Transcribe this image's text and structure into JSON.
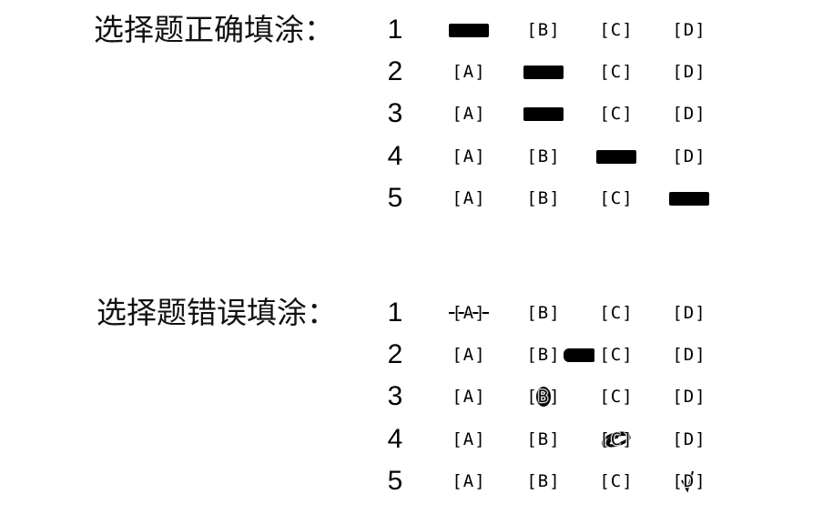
{
  "sections": [
    {
      "label": "选择题正确填涂：",
      "rows": [
        {
          "number": "1",
          "options": [
            {
              "text": "[A]",
              "mark": "filled"
            },
            {
              "text": "[B]",
              "mark": "none"
            },
            {
              "text": "[C]",
              "mark": "none"
            },
            {
              "text": "[D]",
              "mark": "none"
            }
          ]
        },
        {
          "number": "2",
          "options": [
            {
              "text": "[A]",
              "mark": "none"
            },
            {
              "text": "[B]",
              "mark": "filled"
            },
            {
              "text": "[C]",
              "mark": "none"
            },
            {
              "text": "[D]",
              "mark": "none"
            }
          ]
        },
        {
          "number": "3",
          "options": [
            {
              "text": "[A]",
              "mark": "none"
            },
            {
              "text": "[B]",
              "mark": "filled"
            },
            {
              "text": "[C]",
              "mark": "none"
            },
            {
              "text": "[D]",
              "mark": "none"
            }
          ]
        },
        {
          "number": "4",
          "options": [
            {
              "text": "[A]",
              "mark": "none"
            },
            {
              "text": "[B]",
              "mark": "none"
            },
            {
              "text": "[C]",
              "mark": "filled"
            },
            {
              "text": "[D]",
              "mark": "none"
            }
          ]
        },
        {
          "number": "5",
          "options": [
            {
              "text": "[A]",
              "mark": "none"
            },
            {
              "text": "[B]",
              "mark": "none"
            },
            {
              "text": "[C]",
              "mark": "none"
            },
            {
              "text": "[D]",
              "mark": "filled"
            }
          ]
        }
      ]
    },
    {
      "label": "选择题错误填涂：",
      "rows": [
        {
          "number": "1",
          "options": [
            {
              "text": "[A]",
              "mark": "strikethrough"
            },
            {
              "text": "[B]",
              "mark": "none"
            },
            {
              "text": "[C]",
              "mark": "none"
            },
            {
              "text": "[D]",
              "mark": "none"
            }
          ]
        },
        {
          "number": "2",
          "options": [
            {
              "text": "[A]",
              "mark": "none"
            },
            {
              "text": "[B]",
              "mark": "overflow"
            },
            {
              "text": "[C]",
              "mark": "none"
            },
            {
              "text": "[D]",
              "mark": "none"
            }
          ]
        },
        {
          "number": "3",
          "options": [
            {
              "text": "[A]",
              "mark": "none"
            },
            {
              "text": "[B]",
              "mark": "dot"
            },
            {
              "text": "[C]",
              "mark": "none"
            },
            {
              "text": "[D]",
              "mark": "none"
            }
          ]
        },
        {
          "number": "4",
          "options": [
            {
              "text": "[A]",
              "mark": "none"
            },
            {
              "text": "[B]",
              "mark": "none"
            },
            {
              "text": "[C]",
              "mark": "scribble"
            },
            {
              "text": "[D]",
              "mark": "none"
            }
          ]
        },
        {
          "number": "5",
          "options": [
            {
              "text": "[A]",
              "mark": "none"
            },
            {
              "text": "[B]",
              "mark": "none"
            },
            {
              "text": "[C]",
              "mark": "none"
            },
            {
              "text": "[D]",
              "mark": "check"
            }
          ]
        }
      ]
    }
  ]
}
